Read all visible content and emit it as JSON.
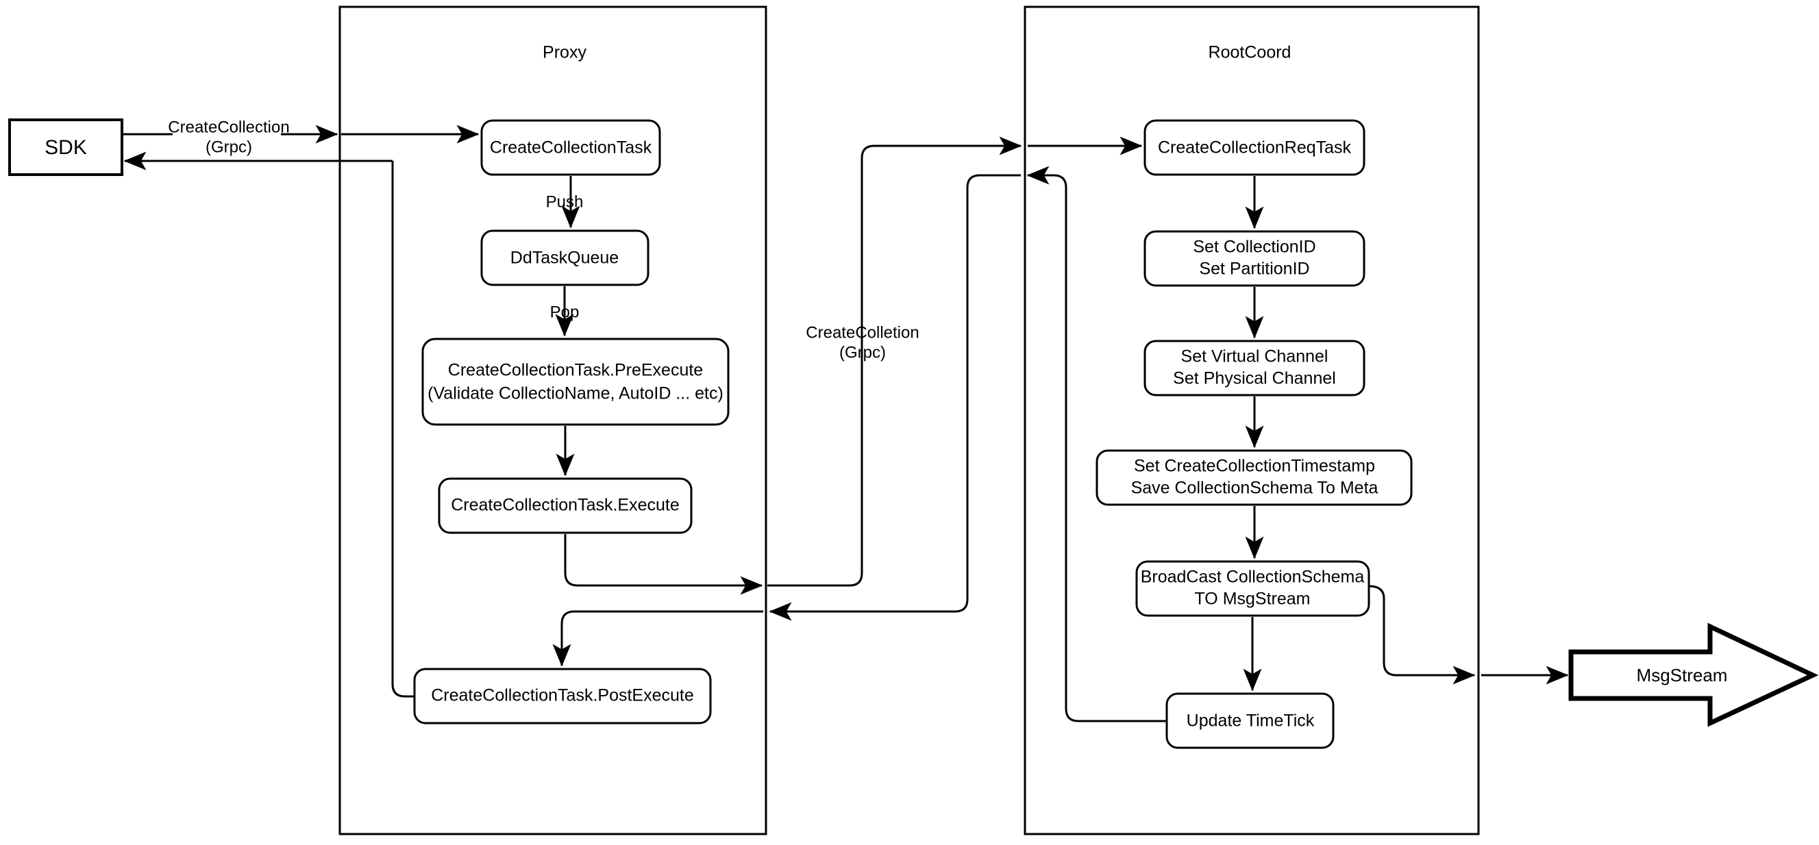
{
  "diagram": {
    "title": "CreateCollection flow",
    "type": "flowchart",
    "background_color": "#ffffff",
    "line_color": "#000000"
  },
  "containers": [
    {
      "id": "proxy",
      "label": "Proxy"
    },
    {
      "id": "rootcoord",
      "label": "RootCoord"
    }
  ],
  "external_nodes": [
    {
      "id": "sdk",
      "label": "SDK",
      "shape": "rectangle"
    },
    {
      "id": "msgstream",
      "label": "MsgStream",
      "shape": "arrow"
    }
  ],
  "proxy_nodes": [
    {
      "id": "create-collection-task",
      "label": "CreateCollectionTask"
    },
    {
      "id": "dd-task-queue",
      "label": "DdTaskQueue"
    },
    {
      "id": "pre-execute",
      "line1": "CreateCollectionTask.PreExecute",
      "line2": "(Validate CollectioName, AutoID ... etc)"
    },
    {
      "id": "execute",
      "label": "CreateCollectionTask.Execute"
    },
    {
      "id": "post-execute",
      "label": "CreateCollectionTask.PostExecute"
    }
  ],
  "rootcoord_nodes": [
    {
      "id": "create-collection-req-task",
      "label": "CreateCollectionReqTask"
    },
    {
      "id": "set-ids",
      "line1": "Set CollectionID",
      "line2": "Set PartitionID"
    },
    {
      "id": "set-channels",
      "line1": "Set Virtual Channel",
      "line2": "Set Physical Channel"
    },
    {
      "id": "save-meta",
      "line1": "Set CreateCollectionTimestamp",
      "line2": "Save CollectionSchema To Meta"
    },
    {
      "id": "broadcast",
      "line1": "BroadCast CollectionSchema",
      "line2": "TO MsgStream"
    },
    {
      "id": "update-timetick",
      "label": "Update TimeTick"
    }
  ],
  "edge_labels": [
    {
      "id": "sdk-to-proxy",
      "line1": "CreateCollection",
      "line2": "(Grpc)"
    },
    {
      "id": "push",
      "label": "Push"
    },
    {
      "id": "pop",
      "label": "Pop"
    },
    {
      "id": "proxy-to-rootcoord",
      "line1": "CreateColletion",
      "line2": "(Grpc)"
    }
  ]
}
